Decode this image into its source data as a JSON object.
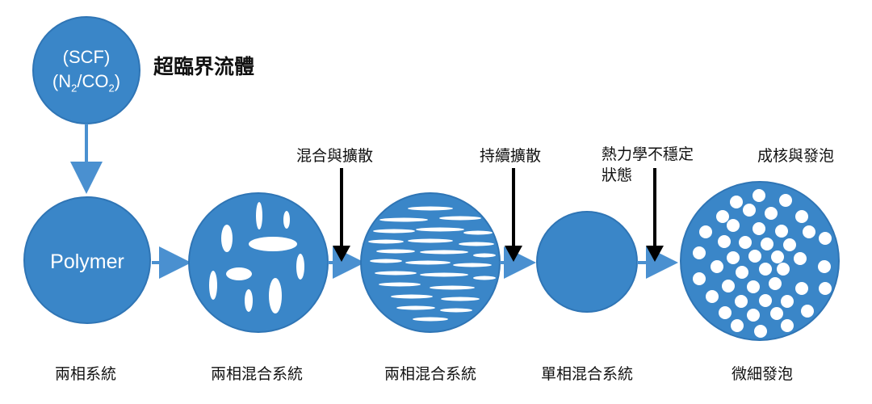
{
  "scf": {
    "line1": "(SCF)",
    "line2_main": "(N",
    "line2_sub1": "2",
    "line2_mid": "/CO",
    "line2_sub2": "2",
    "line2_end": ")",
    "name": "超臨界流體"
  },
  "polymer": {
    "label": "Polymer"
  },
  "steps": [
    {
      "label": "混合與擴散"
    },
    {
      "label": "持續擴散"
    },
    {
      "label": "熱力學不穩定\n狀態",
      "line1": "熱力學不穩定",
      "line2": "狀態"
    },
    {
      "label": "成核與發泡"
    }
  ],
  "stages": [
    {
      "label": "兩相系統"
    },
    {
      "label": "兩相混合系統"
    },
    {
      "label": "兩相混合系統"
    },
    {
      "label": "單相混合系統"
    },
    {
      "label": "微細發泡"
    }
  ],
  "colors": {
    "circle": "#3a86c8",
    "circle_edge": "#2f75b5",
    "arrow_blue": "#4a90d0",
    "arrow_black": "#000000",
    "inclusion": "#ffffff"
  }
}
